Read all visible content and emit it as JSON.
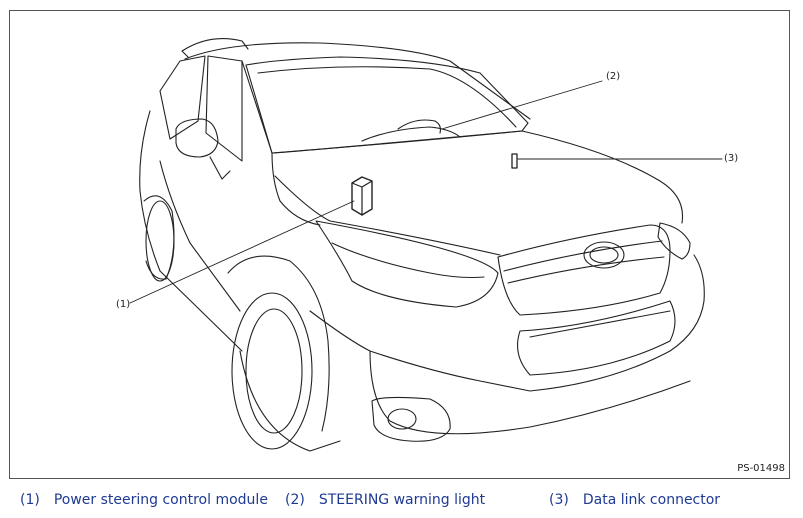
{
  "figure": {
    "id": "PS-01498",
    "callouts": [
      {
        "label": "(1)"
      },
      {
        "label": "(2)"
      },
      {
        "label": "(3)"
      }
    ]
  },
  "legend": [
    {
      "num": "(1)",
      "text": "Power steering control module"
    },
    {
      "num": "(2)",
      "text": "STEERING warning light"
    },
    {
      "num": "(3)",
      "text": "Data link connector"
    }
  ],
  "colors": {
    "legend_text": "#1f3a93",
    "line": "#222222",
    "frame": "#555555"
  }
}
